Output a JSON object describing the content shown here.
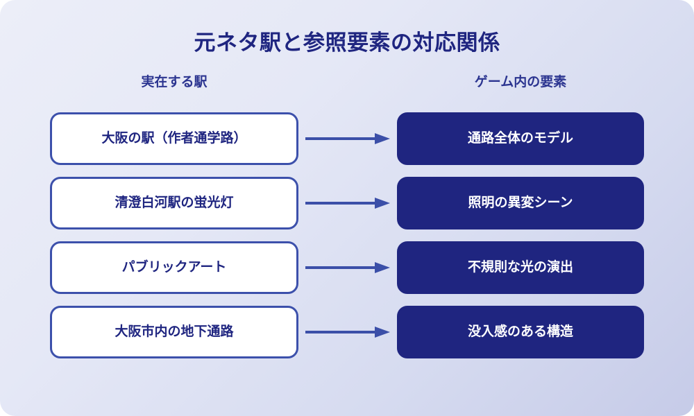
{
  "title": "元ネタ駅と参照要素の対応関係",
  "columns": {
    "left_header": "実在する駅",
    "right_header": "ゲーム内の要素"
  },
  "colors": {
    "title": "#1f2580",
    "header": "#2b3490",
    "source_box_border": "#3c50ab",
    "source_box_fill": "#ffffff",
    "source_box_text": "#1f2580",
    "target_box_fill": "#1f2580",
    "target_box_text": "#ffffff",
    "arrow": "#3b4fa8",
    "background_from": "#eceef8",
    "background_to": "#c6cbe8"
  },
  "rows": [
    {
      "source": "大阪の駅（作者通学路）",
      "arrow": "arrow-right-icon",
      "target": "通路全体のモデル"
    },
    {
      "source": "清澄白河駅の蛍光灯",
      "arrow": "arrow-right-icon",
      "target": "照明の異変シーン"
    },
    {
      "source": "パブリックアート",
      "arrow": "arrow-right-icon",
      "target": "不規則な光の演出"
    },
    {
      "source": "大阪市内の地下通路",
      "arrow": "arrow-right-icon",
      "target": "没入感のある構造"
    }
  ]
}
